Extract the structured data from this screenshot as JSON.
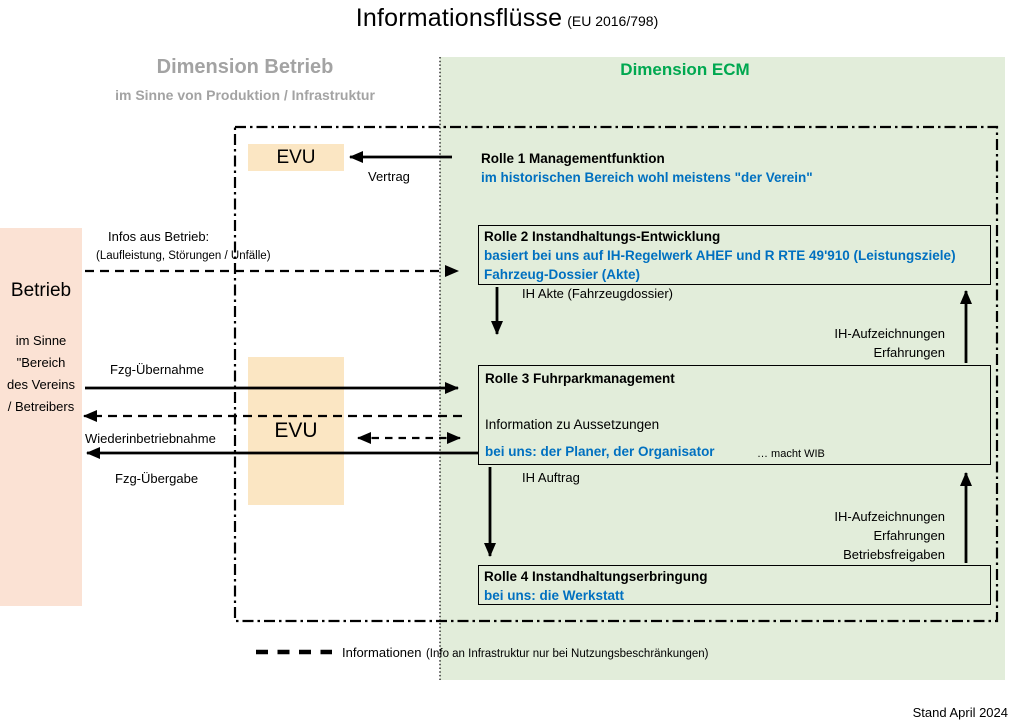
{
  "title": {
    "main": "Informationsflüsse",
    "regulation": "(EU 2016/798)"
  },
  "dimensions": {
    "betrieb": {
      "title": "Dimension Betrieb",
      "subtitle": "im Sinne von Produktion / Infrastruktur"
    },
    "ecm": {
      "title": "Dimension ECM"
    }
  },
  "betrieb_box": {
    "title": "Betrieb",
    "subtitle": "im Sinne\n\"Bereich\ndes Vereins\n/ Betreibers"
  },
  "evu": {
    "top": "EVU",
    "bottom": "EVU"
  },
  "roles": {
    "rolle1": {
      "title": "Rolle 1 Managementfunktion",
      "note": "im historischen Bereich wohl meistens \"der Verein\""
    },
    "rolle2": {
      "title": "Rolle 2 Instandhaltungs-Entwicklung",
      "note1": "basiert bei uns auf IH-Regelwerk AHEF und R RTE 49'910 (Leistungsziele)",
      "note2": "Fahrzeug-Dossier (Akte)"
    },
    "rolle3": {
      "title": "Rolle 3 Fuhrparkmanagement",
      "line2": "Information zu Aussetzungen",
      "note": "bei uns: der Planer, der Organisator",
      "aside": "… macht WIB"
    },
    "rolle4": {
      "title": "Rolle 4 Instandhaltungserbringung",
      "note": "bei uns: die Werkstatt"
    }
  },
  "flows": {
    "vertrag": "Vertrag",
    "infos_aus_betrieb": "Infos aus Betrieb:",
    "infos_aus_betrieb_detail": "(Laufleistung, Störungen / Unfälle)",
    "ih_akte": "IH Akte (Fahrzeugdossier)",
    "ih_auftrag": "IH Auftrag",
    "fzg_uebernahme": "Fzg-Übernahme",
    "wiederinbetriebnahme": "Wiederinbetriebnahme",
    "fzg_uebergabe": "Fzg-Übergabe",
    "feedback_rolle2": [
      "IH-Aufzeichnungen",
      "Erfahrungen"
    ],
    "feedback_rolle3": [
      "IH-Aufzeichnungen",
      "Erfahrungen",
      "Betriebsfreigaben"
    ]
  },
  "legend": {
    "label": "Informationen",
    "detail": "(Info an Infrastruktur nur bei Nutzungsbeschränkungen)"
  },
  "footer": {
    "date_note": "Stand April 2024"
  },
  "colors": {
    "ecm_background": "#E2EDDA",
    "ecm_title_green": "#00A850",
    "betrieb_title_gray": "#A3A3A3",
    "evu_fill": "#FBE6C3",
    "betrieb_fill": "#FBE2D4",
    "highlight_blue": "#0070C0"
  }
}
